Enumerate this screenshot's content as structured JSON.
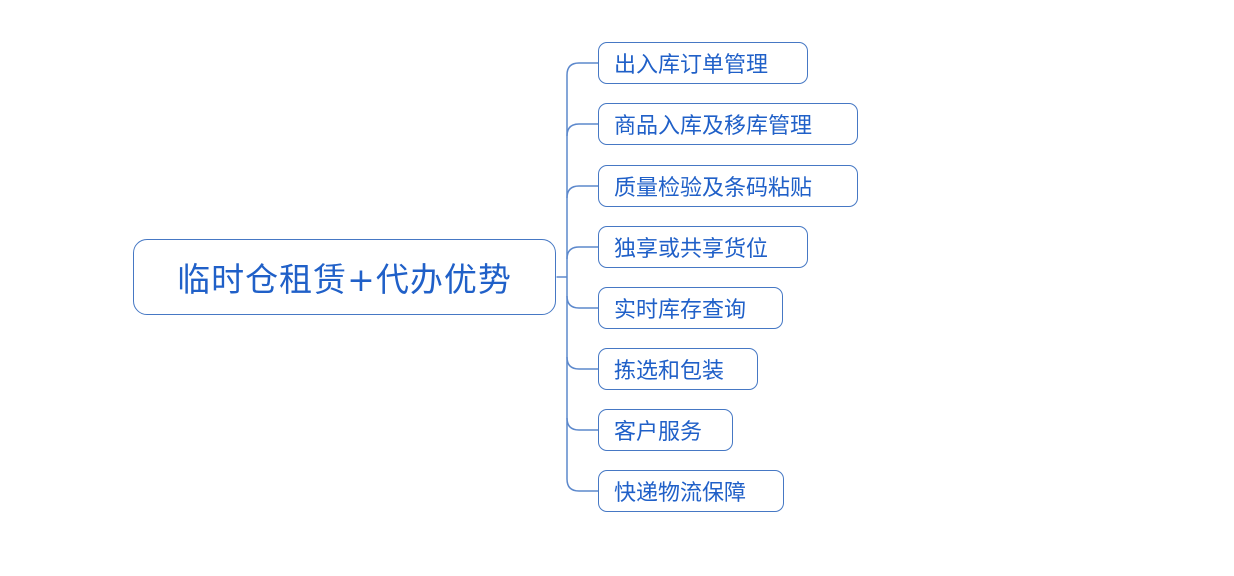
{
  "diagram": {
    "type": "mindmap",
    "root": {
      "label": "临时仓租赁+代办优势"
    },
    "children": [
      {
        "label": "出入库订单管理"
      },
      {
        "label": "商品入库及移库管理"
      },
      {
        "label": "质量检验及条码粘贴"
      },
      {
        "label": "独享或共享货位"
      },
      {
        "label": "实时库存查询"
      },
      {
        "label": "拣选和包装"
      },
      {
        "label": "客户服务"
      },
      {
        "label": "快递物流保障"
      }
    ],
    "colors": {
      "node_border": "#4678c4",
      "node_text": "#2060c8",
      "connector": "#5c88cc",
      "background": "#ffffff"
    }
  }
}
